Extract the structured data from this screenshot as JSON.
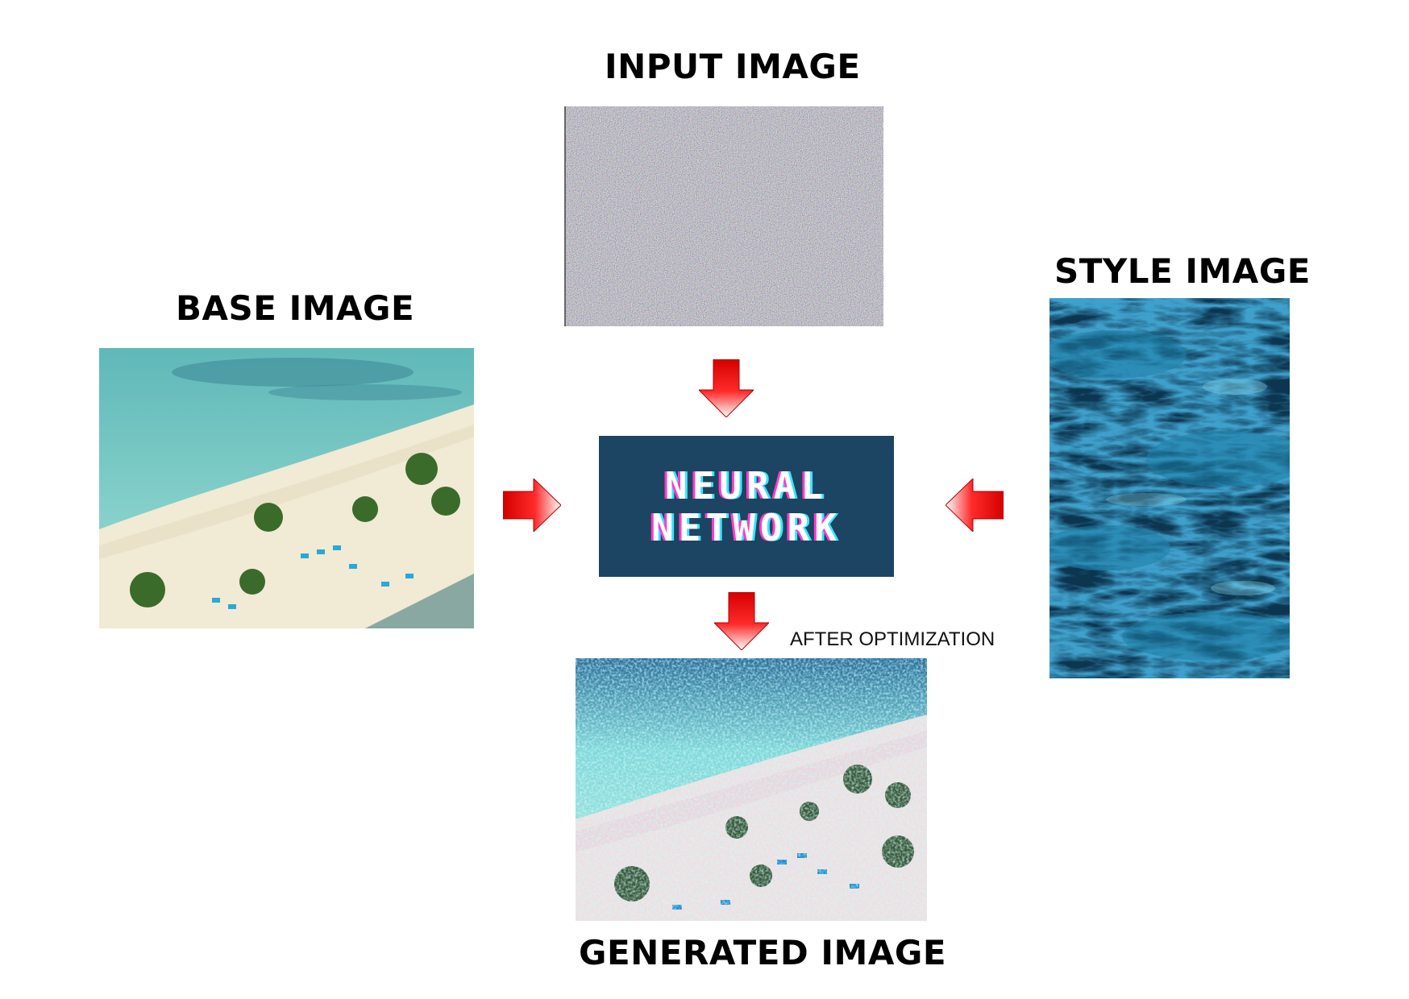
{
  "labels": {
    "input": "INPUT IMAGE",
    "base": "BASE IMAGE",
    "style": "STYLE IMAGE",
    "generated": "GENERATED IMAGE"
  },
  "network": {
    "line1": "NEURAL",
    "line2": "NETWORK"
  },
  "caption": "AFTER OPTIMIZATION",
  "colors": {
    "network_box": "#1c4463",
    "arrow": "#e00000"
  }
}
